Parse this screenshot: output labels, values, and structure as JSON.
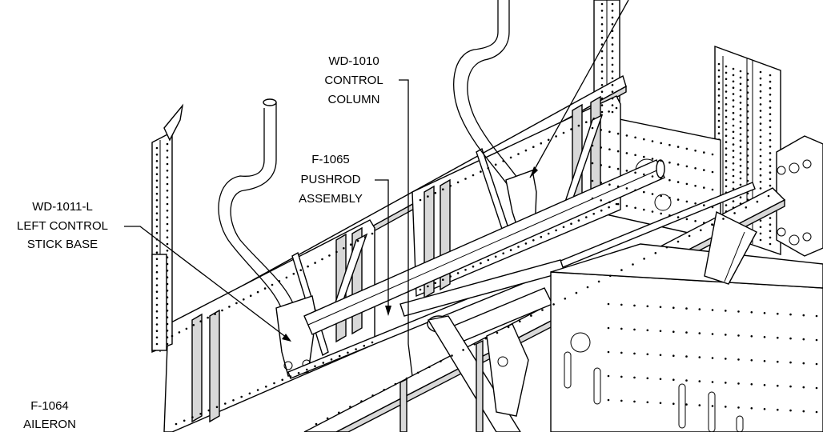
{
  "callouts": [
    {
      "id": "control-column",
      "lines": [
        "WD-1010",
        "CONTROL",
        "COLUMN"
      ]
    },
    {
      "id": "pushrod",
      "lines": [
        "F-1065",
        "PUSHROD",
        "ASSEMBLY"
      ]
    },
    {
      "id": "left-stick-base",
      "lines": [
        "WD-1011-L",
        "LEFT CONTROL",
        "STICK BASE"
      ]
    },
    {
      "id": "aileron",
      "lines": [
        "F-1064",
        "AILERON"
      ]
    }
  ]
}
